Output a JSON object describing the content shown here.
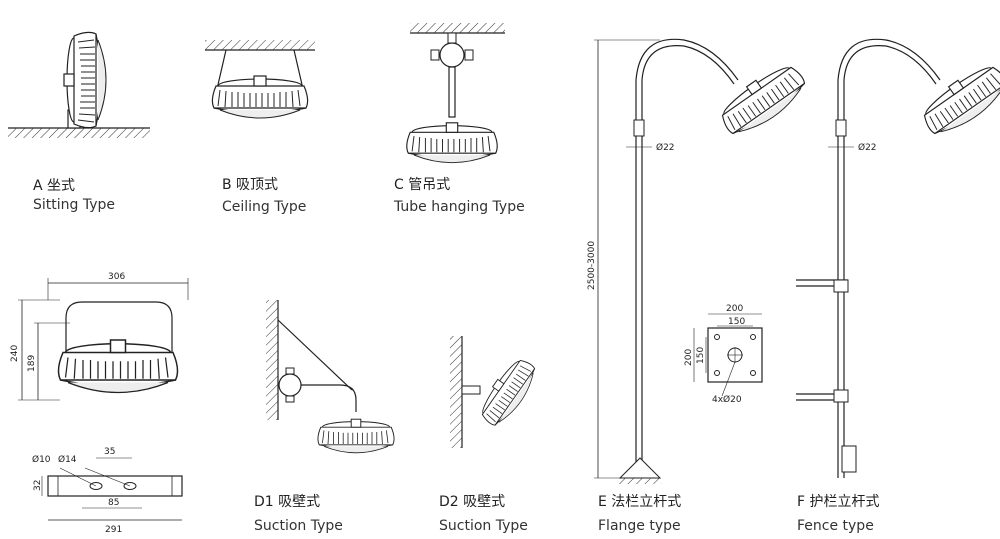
{
  "panels": {
    "A": {
      "cn": "A 坐式",
      "en": "Sitting  Type"
    },
    "B": {
      "cn": "B 吸顶式",
      "en": "Ceiling  Type"
    },
    "C": {
      "cn": "C 管吊式",
      "en": "Tube hanging Type"
    },
    "D1": {
      "cn": "D1 吸壁式",
      "en": "Suction Type"
    },
    "D2": {
      "cn": "D2 吸壁式",
      "en": "Suction Type"
    },
    "E": {
      "cn": "E 法栏立杆式",
      "en": "Flange type"
    },
    "F": {
      "cn": "F 护栏立杆式",
      "en": "Fence type"
    }
  },
  "dimensions": {
    "lamp_width": "306",
    "lamp_height_total": "240",
    "lamp_height_body": "189",
    "mount_hole_large": "Ø10",
    "mount_hole_small": "Ø14",
    "mount_spacing_top": "35",
    "mount_height": "32",
    "mount_spacing_bottom": "85",
    "mount_length": "291",
    "pole_height": "2500-3000",
    "pole_diameter_e": "Ø22",
    "pole_diameter_f": "Ø22",
    "flange_width": "200",
    "flange_inner_width": "150",
    "flange_height": "200",
    "flange_inner_height": "150",
    "flange_holes": "4xØ20"
  }
}
